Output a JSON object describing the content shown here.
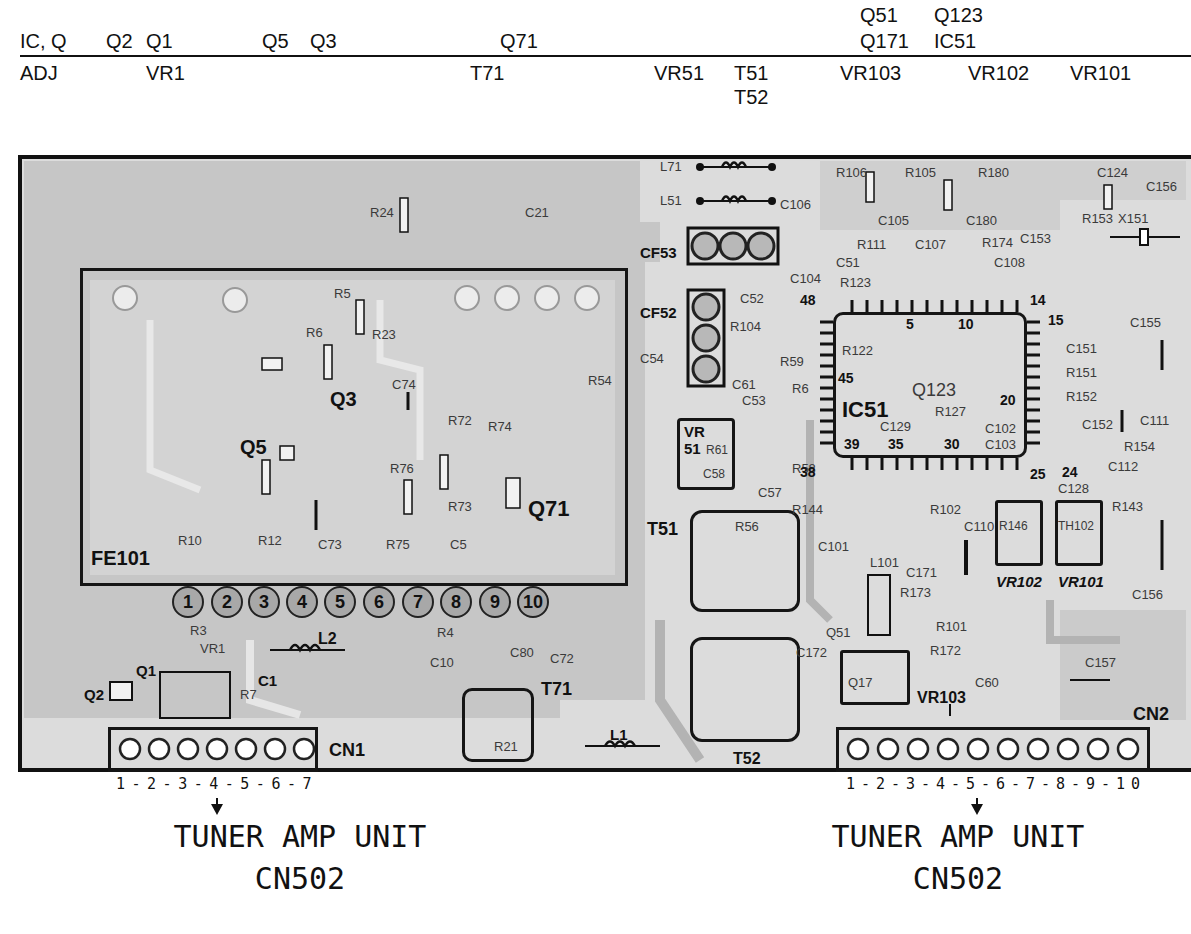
{
  "diagram": {
    "nodes": [
      {
        "text": [
          "FE101"
        ]
      },
      {
        "text": [
          "CN1"
        ]
      },
      {
        "text": [
          "T71"
        ]
      },
      {
        "text": [
          "VR 51"
        ]
      },
      {
        "text": [
          "T51"
        ]
      },
      {
        "text": [
          "T52"
        ]
      },
      {
        "text": [
          "VR102"
        ]
      },
      {
        "text": [
          "VR101"
        ]
      },
      {
        "text": [
          "IC51"
        ]
      },
      {
        "text": [
          "CN2"
        ]
      },
      {
        "text": [
          "VR103"
        ]
      }
    ],
    "labels": [
      "IC, Q",
      "Q2",
      "Q1",
      "Q5",
      "Q3",
      "Q71",
      "Q51",
      "Q171",
      "Q123",
      "IC51",
      "ADJ",
      "VR1",
      "T71",
      "VR51",
      "T51",
      "T52",
      "VR103",
      "VR102",
      "VR101",
      "L71",
      "L51",
      "R106",
      "R105",
      "R180",
      "C124",
      "C156",
      "C106",
      "C105",
      "C180",
      "R153",
      "C153",
      "R174",
      "C107",
      "R111",
      "C108",
      "X151",
      "CF53",
      "C51",
      "C104",
      "R123",
      "CF52",
      "C52",
      "R104",
      "C155",
      "R24",
      "C21",
      "R5",
      "R6",
      "R23",
      "C54",
      "R54",
      "R59",
      "R122",
      "Q123",
      "C151",
      "R151",
      "R152",
      "C111",
      "C61",
      "R6",
      "Q3",
      "Q5",
      "C74",
      "R72",
      "R74",
      "C53",
      "R61",
      "C58",
      "R58",
      "C57",
      "R127",
      "C129",
      "C102",
      "C103",
      "C152",
      "R154",
      "C112",
      "R76",
      "R73",
      "Q71",
      "R10",
      "R12",
      "C73",
      "R75",
      "C5",
      "R144",
      "R102",
      "C110",
      "C128",
      "R143",
      "C101",
      "L101",
      "C171",
      "R173",
      "R146",
      "TH102",
      "C156",
      "R56",
      "Q51",
      "R101",
      "R172",
      "C172",
      "Q17",
      "C157",
      "C60",
      "R3",
      "VR1",
      "L2",
      "R4",
      "C10",
      "C80",
      "C72",
      "C1",
      "Q1",
      "Q2",
      "R7",
      "L1",
      "R21",
      "48",
      "5",
      "10",
      "14",
      "15",
      "45",
      "20",
      "39",
      "35",
      "30",
      "24",
      "38",
      "25",
      "1",
      "2",
      "3",
      "4",
      "5",
      "6",
      "7",
      "8",
      "9",
      "10",
      "1-2-3-4-5-6-7",
      "1-2-3-4-5-6-7-8-9-10",
      "TUNER AMP UNIT",
      "CN502",
      "TUNER AMP UNIT",
      "CN502"
    ]
  }
}
